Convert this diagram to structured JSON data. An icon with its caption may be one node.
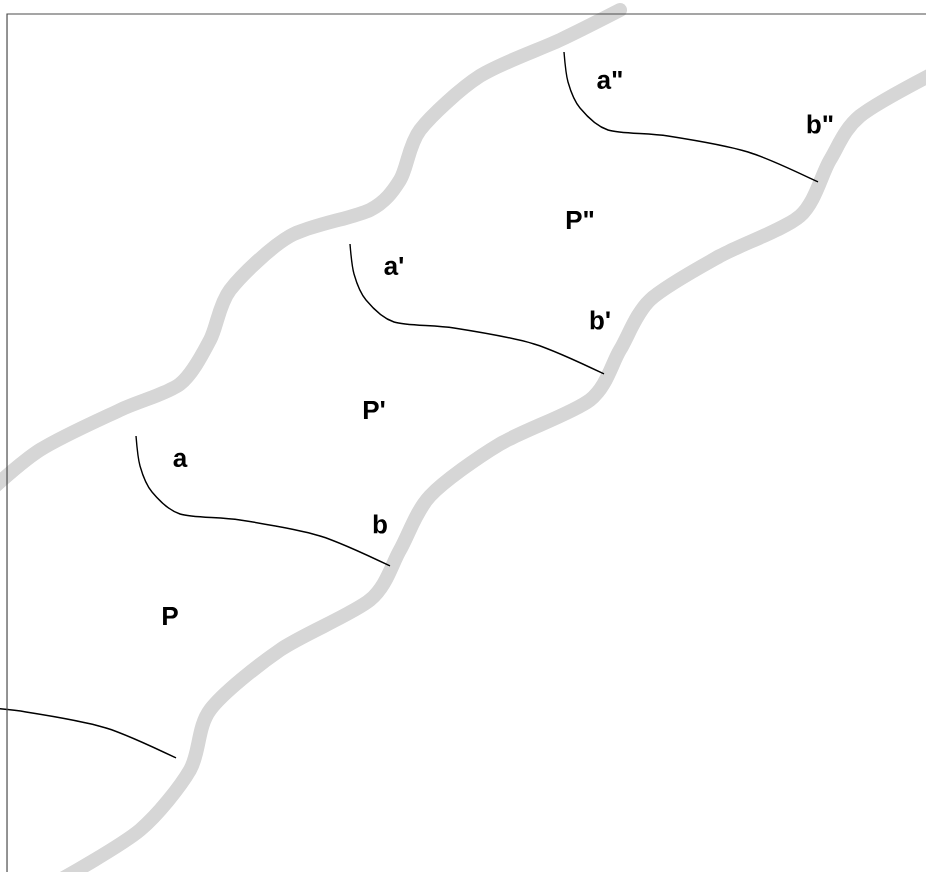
{
  "diagram": {
    "labels": [
      "a\"",
      "b\"",
      "P\"",
      "a'",
      "b'",
      "P'",
      "a",
      "b",
      "P"
    ]
  }
}
